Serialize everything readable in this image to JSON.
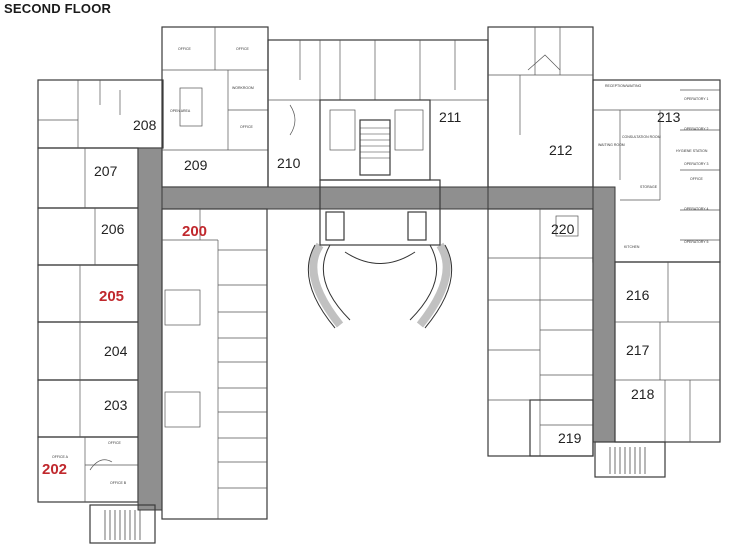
{
  "floor_title": "SECOND FLOOR",
  "rooms": {
    "r200": "200",
    "r202": "202",
    "r203": "203",
    "r204": "204",
    "r205": "205",
    "r206": "206",
    "r207": "207",
    "r208": "208",
    "r209": "209",
    "r210": "210",
    "r211": "211",
    "r212": "212",
    "r213": "213",
    "r216": "216",
    "r217": "217",
    "r218": "218",
    "r219": "219",
    "r220": "220"
  },
  "small_labels": {
    "office_a": "OFFICE",
    "office_b": "OFFICE",
    "open_area": "OPEN AREA",
    "workroom": "WORKROOM",
    "office_c": "OFFICE",
    "office_202a": "OFFICE A",
    "office_202b": "OFFICE B",
    "office_202c": "OFFICE",
    "reception": "RECEPTION/WAITING",
    "waiting": "WAITING ROOM",
    "consultation": "CONSULTATION ROOM",
    "operatory1": "OPERATORY 1",
    "operatory2": "OPERATORY 2",
    "operatory3": "OPERATORY 3",
    "operatory4": "OPERATORY 4",
    "operatory5": "OPERATORY 5",
    "hygiene": "HYGIENE STATION",
    "storage": "STORAGE",
    "kitchen": "KITCHEN",
    "office_213": "OFFICE"
  },
  "colors": {
    "occupied": "#a9a9a9",
    "vacant": "#ffffff",
    "corridor": "#8f8f8f",
    "core": "#9a9a9a",
    "highlight_label": "#c0282d"
  }
}
